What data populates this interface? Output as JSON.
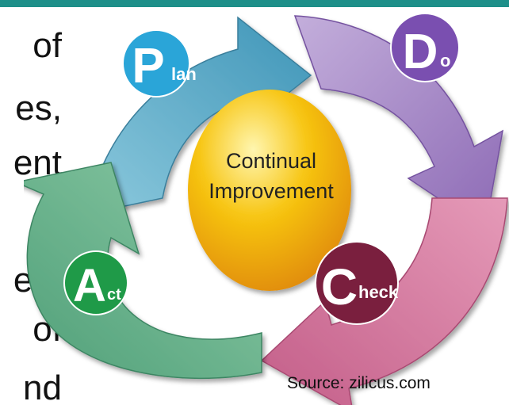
{
  "slide_text_fragments": [
    "of",
    "es,",
    "ent",
    "ent",
    "of",
    "nd"
  ],
  "cycle": {
    "center_label_line1": "Continual",
    "center_label_line2": "Improvement",
    "steps": [
      {
        "letter": "P",
        "rest": "lan",
        "color": "#4fa3c4",
        "badge_color": "#2aa5d8"
      },
      {
        "letter": "D",
        "rest": "o",
        "color": "#a98bc6",
        "badge_color": "#7a4fb0"
      },
      {
        "letter": "C",
        "rest": "heck",
        "color": "#d17aa0",
        "badge_color": "#7a1f3e"
      },
      {
        "letter": "A",
        "rest": "ct",
        "color": "#5fae86",
        "badge_color": "#1f9a48"
      }
    ]
  },
  "source": "Source: zilicus.com",
  "colors": {
    "top_bar": "#1e8f89",
    "center_fill": "#f7c512"
  }
}
